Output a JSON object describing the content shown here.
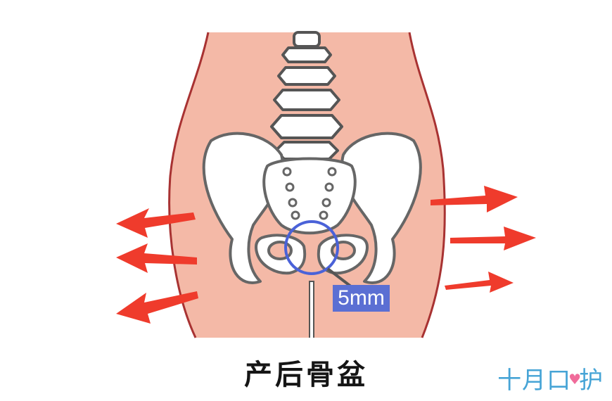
{
  "diagram": {
    "measurement_label": "5mm",
    "caption": "产后骨盆",
    "watermark": {
      "text_left": "十月",
      "text_right": "护"
    }
  },
  "colors": {
    "skin": "#f4b9a7",
    "body_outline": "#a83232",
    "bone_fill": "#ffffff",
    "bone_outline": "#555555",
    "arrow": "#ef3b2c",
    "highlight_circle": "#4a62d8",
    "label_box": "#5b6fd3",
    "watermark": "#46a4d6"
  }
}
